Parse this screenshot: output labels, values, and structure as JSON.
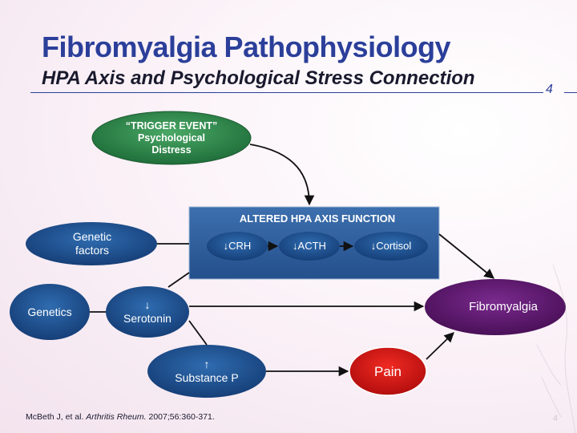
{
  "header": {
    "title": "Fibromyalgia Pathophysiology",
    "subtitle": "HPA Axis and Psychological Stress Connection",
    "slide_number": "4"
  },
  "nodes": {
    "trigger": {
      "line1": "“TRIGGER EVENT”",
      "line2": "Psychological",
      "line3": "Distress"
    },
    "hpa_title": "ALTERED HPA AXIS FUNCTION",
    "crh": "↓CRH",
    "acth": "↓ACTH",
    "cortisol": "↓Cortisol",
    "genetic_factors": {
      "line1": "Genetic",
      "line2": "factors"
    },
    "genetics": "Genetics",
    "serotonin": {
      "arrow": "↓",
      "label": "Serotonin"
    },
    "substance_p": {
      "arrow": "↑",
      "label": "Substance P"
    },
    "fibromyalgia": "Fibromyalgia",
    "pain": "Pain"
  },
  "citation": {
    "authors": "McBeth J, et al. ",
    "journal": "Arthritis Rheum.",
    "details": " 2007;56:360-371."
  },
  "colors": {
    "title": "#2b3f9a",
    "trigger": "#2e8b4a",
    "hpa_box": "#2f5e9e",
    "blue_node": "#1f4f8f",
    "fibromyalgia": "#5a1a6e",
    "pain": "#cc1111"
  }
}
